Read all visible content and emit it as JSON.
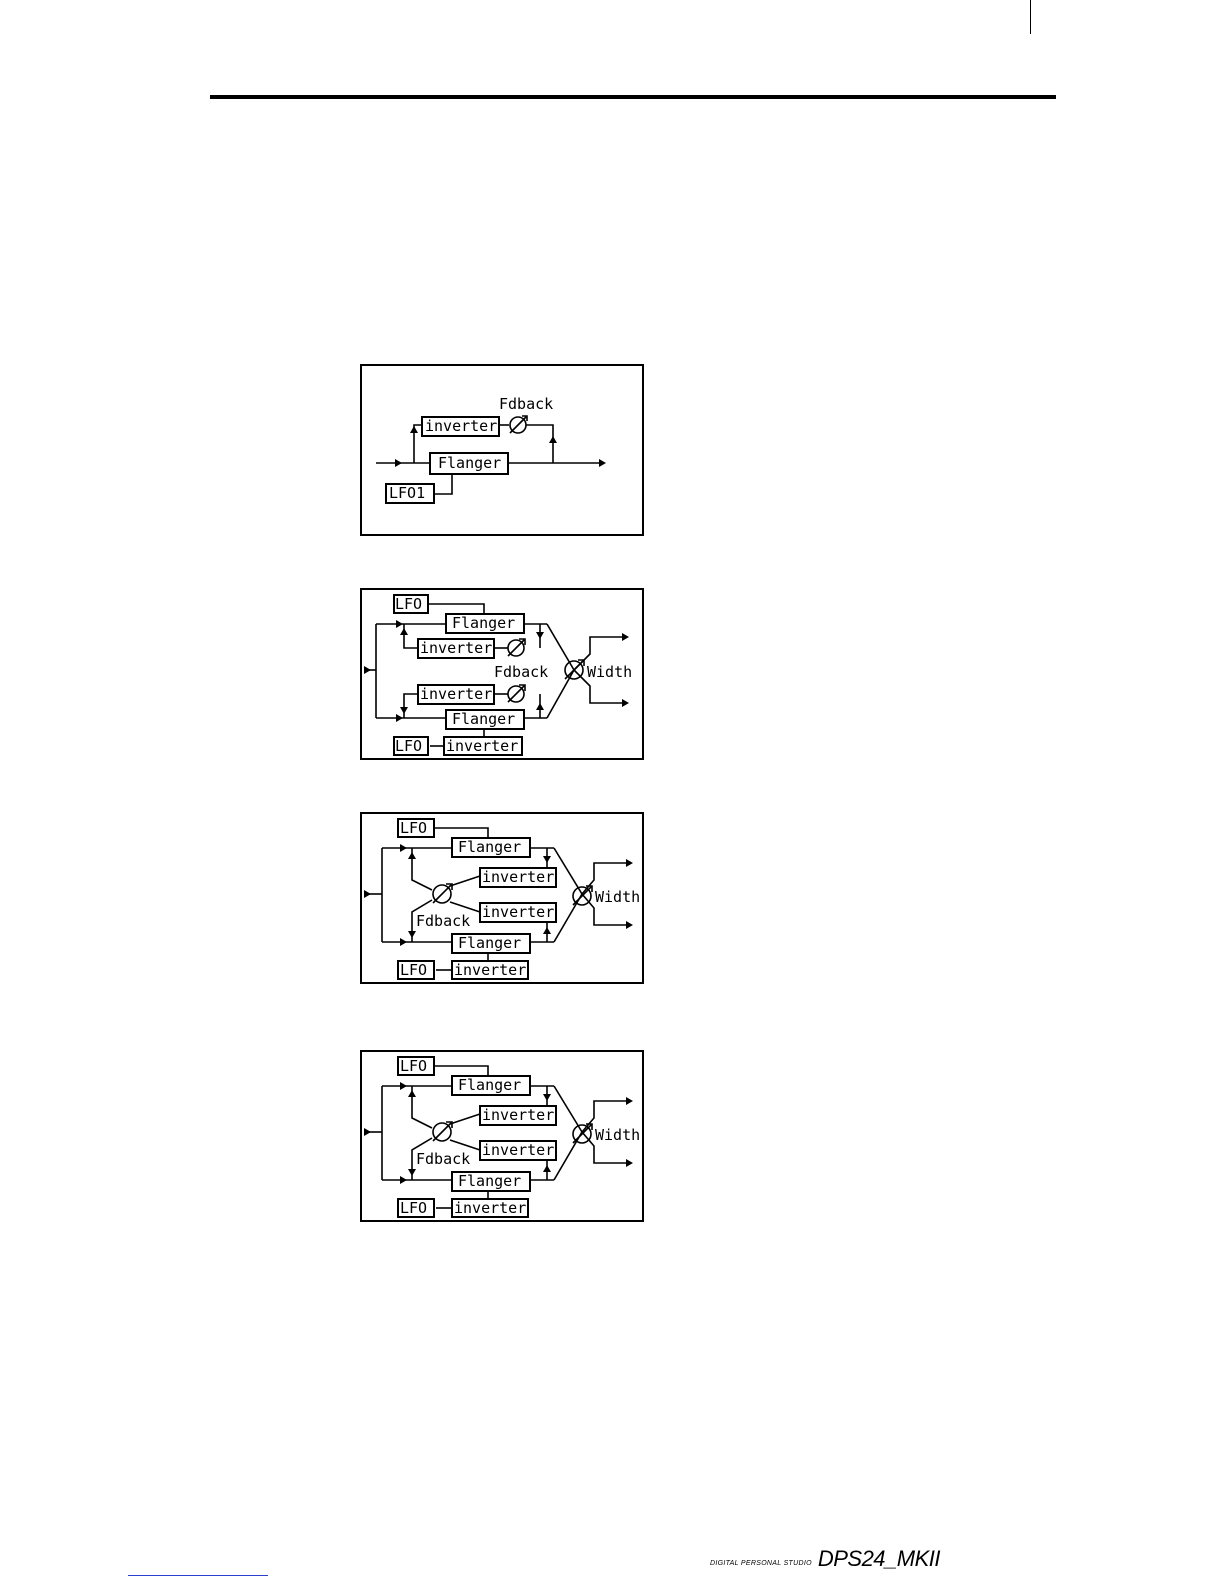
{
  "labels": {
    "inverter": "inverter",
    "flanger": "Flanger",
    "lfo": "LFO",
    "lfo1": "LFO1",
    "fdback": "Fdback",
    "width": "Width"
  },
  "footer": {
    "subtitle": "DIGITAL PERSONAL STUDIO",
    "logo": "DPS24_MKII"
  },
  "colors": {
    "ink": "#000000",
    "link": "#2a3fd0"
  }
}
